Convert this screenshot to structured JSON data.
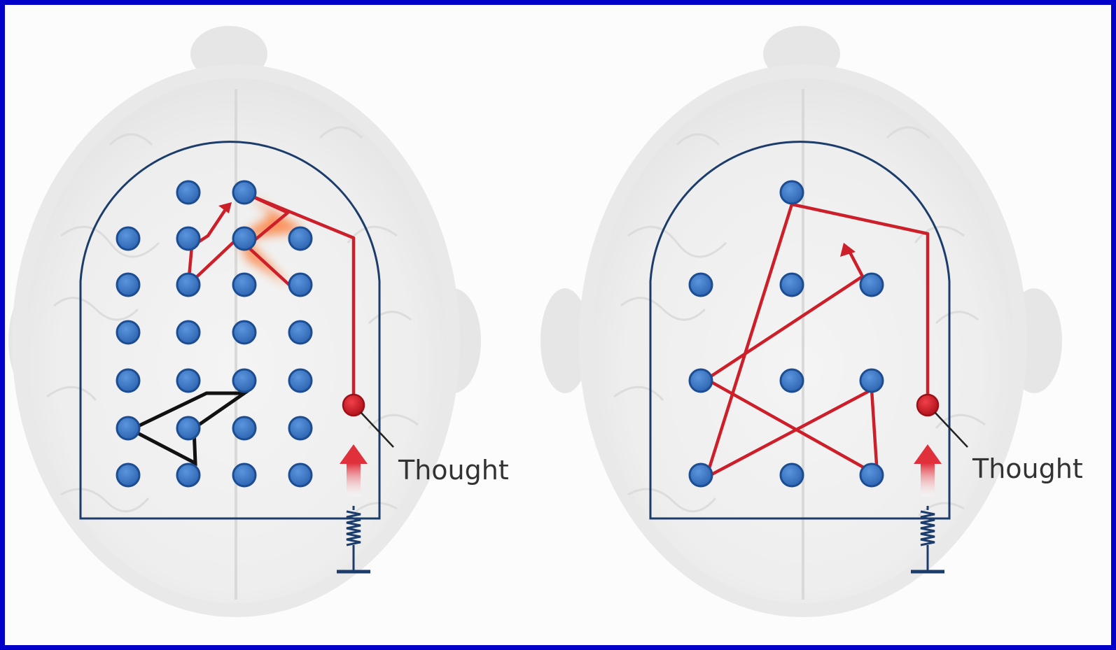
{
  "panels": [
    {
      "id": "left",
      "label": "Thought",
      "description_colors": {
        "path": "#cc1f2a",
        "glow": "#ff5a1a",
        "node": "#3b78c8",
        "frame": "#1c3d6b"
      }
    },
    {
      "id": "right",
      "label": "Thought"
    }
  ],
  "colors": {
    "background": "#fcfcfc",
    "border": "#0000c8",
    "brain": "#ececec",
    "node_fill": "#3d79c9",
    "node_stroke": "#1d4d91",
    "path": "#cc1f2a",
    "frame": "#1c3d6b",
    "thought_node": "#d0202a"
  }
}
